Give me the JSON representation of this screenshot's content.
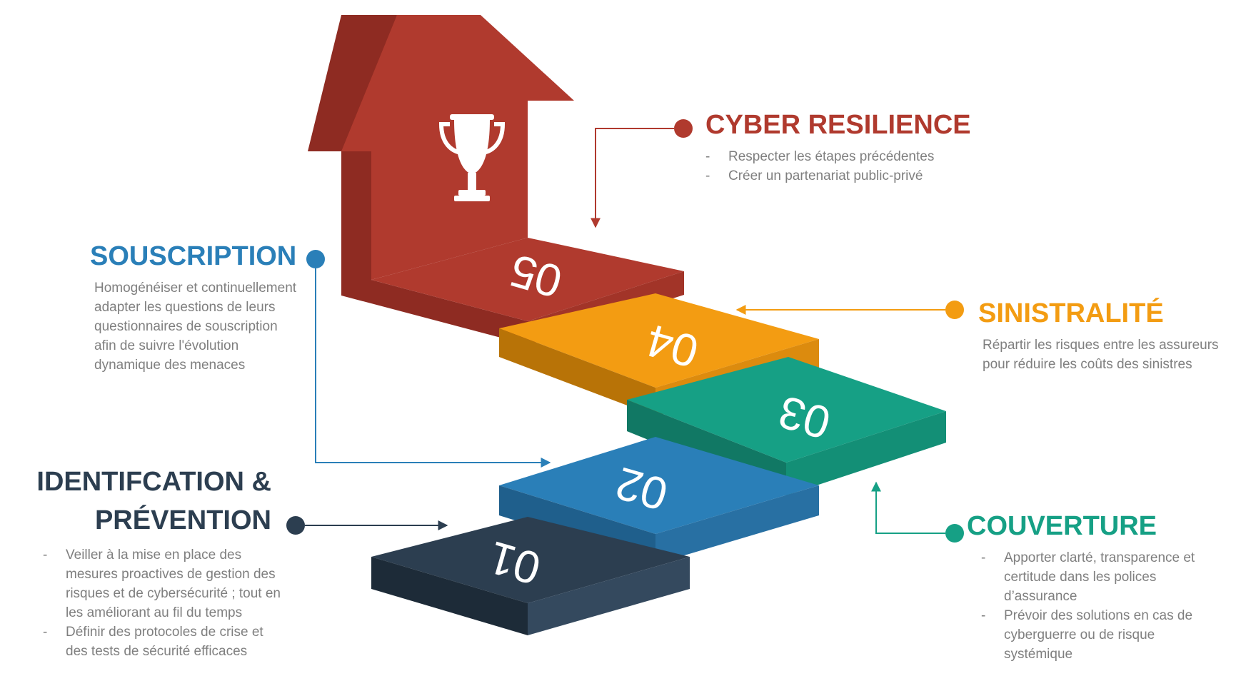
{
  "colors": {
    "step1": "#2c3e50",
    "step2": "#2a7fb8",
    "step3": "#16a085",
    "step4": "#f39c12",
    "step5": "#b03a2e",
    "souscription": "#2a7fb8",
    "identification": "#2c3e50",
    "cyber": "#b03a2e",
    "sinistralite": "#f39c12",
    "couverture": "#16a085",
    "text": "#7f7f7f"
  },
  "steps": [
    {
      "number": "01",
      "icon": ""
    },
    {
      "number": "02",
      "icon": ""
    },
    {
      "number": "03",
      "icon": ""
    },
    {
      "number": "04",
      "icon": ""
    },
    {
      "number": "05",
      "icon": "trophy-icon"
    }
  ],
  "sections": {
    "cyber": {
      "title": "CYBER RESILIENCE",
      "items": [
        "Respecter les étapes précédentes",
        "Créer un partenariat public-privé"
      ]
    },
    "souscription": {
      "title": "SOUSCRIPTION",
      "text": "Homogénéiser et continuellement adapter les questions de leurs questionnaires de souscription afin de suivre l'évolution dynamique des menaces"
    },
    "sinistralite": {
      "title": "SINISTRALITÉ",
      "text": "Répartir les risques entre les assureurs pour réduire les coûts des sinistres"
    },
    "identification": {
      "title_line1": "IDENTIFCATION &",
      "title_line2": "PRÉVENTION",
      "items": [
        "Veiller à la mise en place des mesures proactives de gestion des risques et de cybersécurité ; tout en les améliorant au fil du temps",
        "Définir des protocoles de crise et des tests de sécurité efficaces"
      ]
    },
    "couverture": {
      "title": "COUVERTURE",
      "items": [
        "Apporter clarté, transparence et certitude dans les polices d’assurance",
        "Prévoir des solutions en cas de cyberguerre ou de risque systémique"
      ]
    }
  }
}
